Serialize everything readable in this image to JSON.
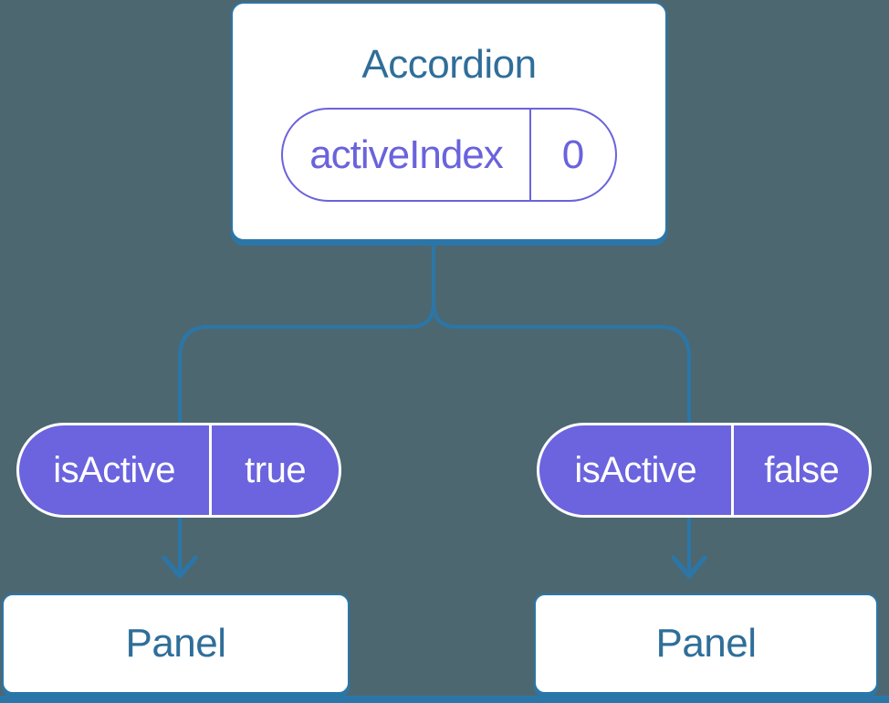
{
  "diagram": {
    "accordion": {
      "title": "Accordion",
      "state": {
        "name": "activeIndex",
        "value": "0"
      }
    },
    "pills": [
      {
        "name": "isActive",
        "value": "true"
      },
      {
        "name": "isActive",
        "value": "false"
      }
    ],
    "panels": [
      {
        "label": "Panel"
      },
      {
        "label": "Panel"
      }
    ],
    "colors": {
      "background": "#4D6771",
      "connector_blue": "#2B76A8",
      "component_text_blue": "#2F6E99",
      "state_purple": "#6A63DC",
      "pill_fill_purple": "#6B64DE",
      "card_white": "#FFFFFF"
    }
  }
}
